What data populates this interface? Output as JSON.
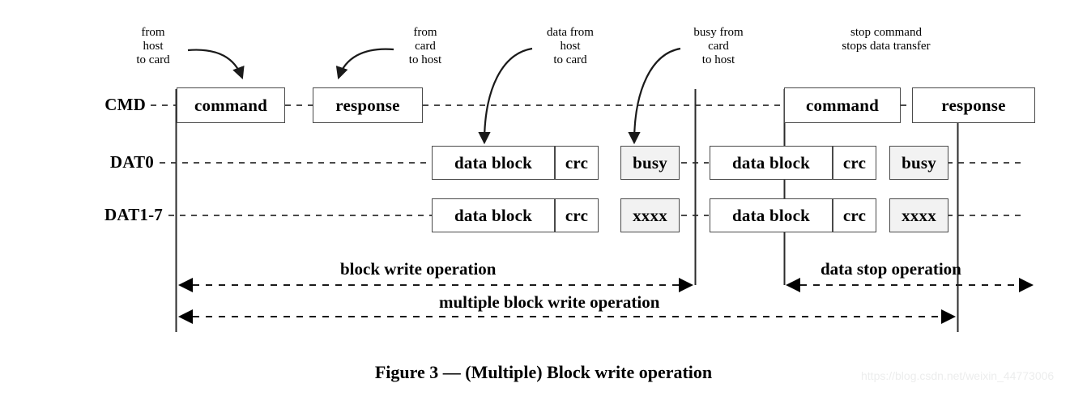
{
  "figure": {
    "caption": "Figure 3 — (Multiple) Block write operation",
    "watermark": "https://blog.csdn.net/weixin_44773006"
  },
  "rows": [
    {
      "name": "cmd",
      "label": "CMD"
    },
    {
      "name": "dat0",
      "label": "DAT0"
    },
    {
      "name": "dat1_7",
      "label": "DAT1-7"
    }
  ],
  "callouts": [
    {
      "name": "from-host-to-card",
      "text": "from\nhost\nto card"
    },
    {
      "name": "from-card-to-host",
      "text": "from\ncard\nto host"
    },
    {
      "name": "data-from-host-to-card",
      "text": "data from\nhost\nto card"
    },
    {
      "name": "busy-from-card-to-host",
      "text": "busy from\ncard\nto host"
    },
    {
      "name": "stop-command-note",
      "text": "stop command\nstops data transfer"
    }
  ],
  "cmd_blocks": [
    {
      "name": "cmd-command-1",
      "label": "command"
    },
    {
      "name": "cmd-response-1",
      "label": "response"
    },
    {
      "name": "cmd-command-2",
      "label": "command"
    },
    {
      "name": "cmd-response-2",
      "label": "response"
    }
  ],
  "dat0_blocks": [
    {
      "name": "dat0-data-block-1",
      "label": "data block"
    },
    {
      "name": "dat0-crc-1",
      "label": "crc"
    },
    {
      "name": "dat0-busy-1",
      "label": "busy"
    },
    {
      "name": "dat0-data-block-2",
      "label": "data block"
    },
    {
      "name": "dat0-crc-2",
      "label": "crc"
    },
    {
      "name": "dat0-busy-2",
      "label": "busy"
    }
  ],
  "dat1_7_blocks": [
    {
      "name": "dat17-data-block-1",
      "label": "data block"
    },
    {
      "name": "dat17-crc-1",
      "label": "crc"
    },
    {
      "name": "dat17-xxxx-1",
      "label": "xxxx"
    },
    {
      "name": "dat17-data-block-2",
      "label": "data block"
    },
    {
      "name": "dat17-crc-2",
      "label": "crc"
    },
    {
      "name": "dat17-xxxx-2",
      "label": "xxxx"
    }
  ],
  "operations": [
    {
      "name": "block-write-operation",
      "label": "block write operation"
    },
    {
      "name": "data-stop-operation",
      "label": "data stop operation"
    },
    {
      "name": "multiple-block-write-operation",
      "label": "multiple block write operation"
    }
  ],
  "colors": {
    "line": "#4a4a4a",
    "text": "#000000",
    "shaded_fill": "#f2f2f2",
    "background": "#ffffff",
    "watermark": "#eceded"
  }
}
